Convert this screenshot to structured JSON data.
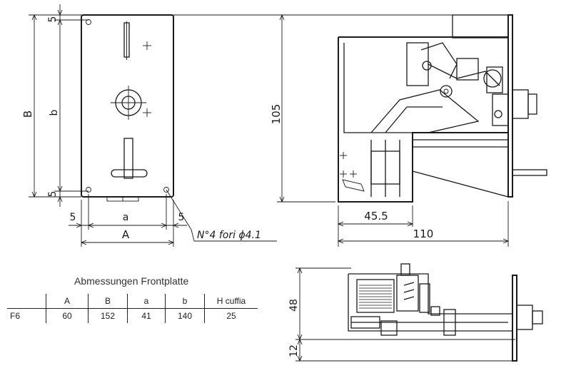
{
  "front_view": {
    "dim_B": "B",
    "dim_b": "b",
    "dim_5_top": "5",
    "dim_5_bottom": "5",
    "dim_5_left": "5",
    "dim_5_right": "5",
    "dim_a": "a",
    "dim_A": "A",
    "holes_note": "N°4 fori ϕ4.1"
  },
  "side_view": {
    "dim_105": "105",
    "dim_45_5": "45.5",
    "dim_110": "110"
  },
  "bottom_view": {
    "dim_48": "48",
    "dim_12": "12"
  },
  "table": {
    "title": "Abmessungen Frontplatte",
    "headers": [
      "",
      "A",
      "B",
      "a",
      "b",
      "H cuffia"
    ],
    "rows": [
      [
        "F6",
        "60",
        "152",
        "41",
        "140",
        "25"
      ]
    ]
  }
}
